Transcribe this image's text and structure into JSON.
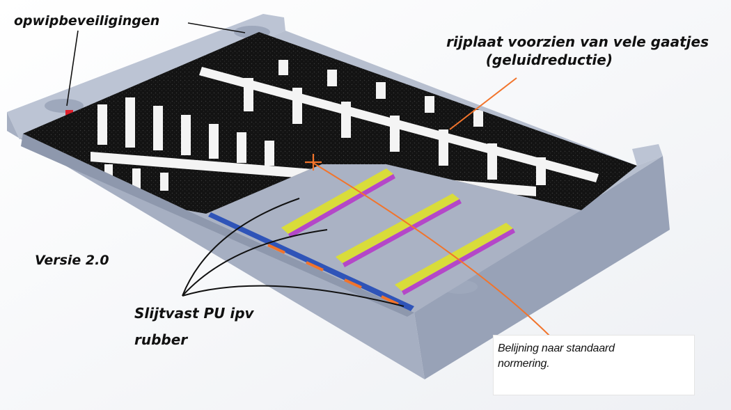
{
  "labels": {
    "opwip": "opwipbeveiligingen",
    "rijplaat_line1": "rijplaat voorzien van vele gaatjes",
    "rijplaat_line2": "(geluidreductie)",
    "versie": "Versie 2.0",
    "slijtvast_line1": "Slijtvast PU ipv",
    "slijtvast_line2": "rubber",
    "belijning_line1": "Belijning naar standaard",
    "belijning_line2": "normering."
  },
  "colors": {
    "frame": "#a9b3c6",
    "pad": "#141414",
    "stripe": "#f4f4f4",
    "leader_orange": "#f2742b",
    "rail_yellow": "#d9dc3a",
    "rail_magenta": "#b447c8",
    "channel_blue": "#2f54b8",
    "safety_red": "#e0202c"
  },
  "icons": [
    "crosshair-icon"
  ]
}
